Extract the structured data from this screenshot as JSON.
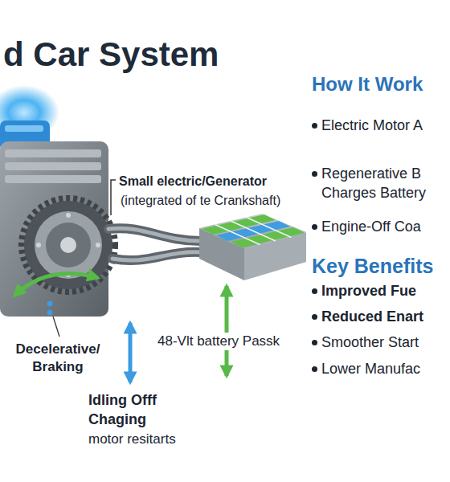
{
  "diagram": {
    "title": "d Car System",
    "labels": [
      "How It Work",
      "Electric Motor A",
      "Small electric/Generator",
      "(integrated of te Crankshaft)",
      "Regenerative B Charges Battery",
      "Engine-Off Coa",
      "Key Benefits",
      "Improved Fue",
      "Reduced Enart",
      "Smoother Start",
      "Lower Manufac",
      "Decelerative/ Braking",
      "48-Vlt battery Passk",
      "Idling Offf Chaging",
      "motor resitarts"
    ]
  }
}
